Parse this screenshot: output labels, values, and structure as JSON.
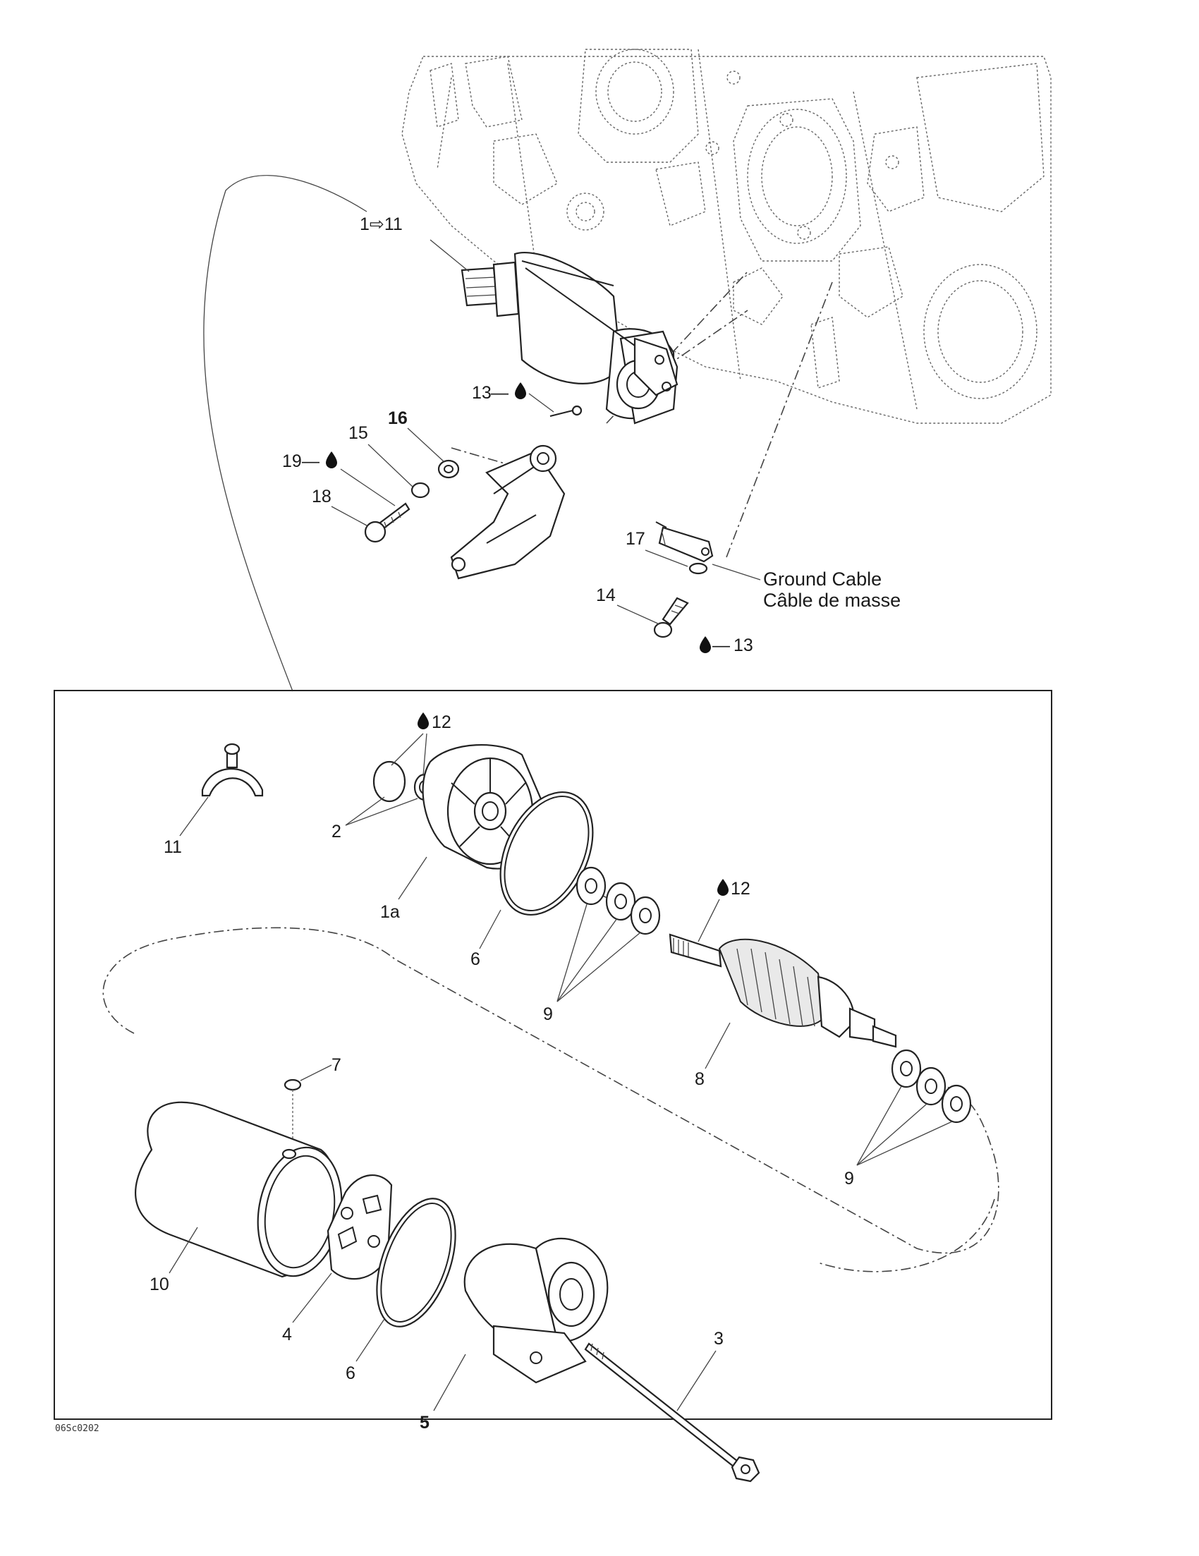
{
  "callouts": {
    "c_1_11": "1⇨11",
    "c_13_top": "13",
    "c_16": "16",
    "c_15": "15",
    "c_19": "19",
    "c_18": "18",
    "c_17": "17",
    "c_14": "14",
    "c_13_bottom": "13",
    "c_12_top": "12",
    "c_11": "11",
    "c_2": "2",
    "c_1a": "1a",
    "c_6_top": "6",
    "c_12_mid": "12",
    "c_9_top": "9",
    "c_8": "8",
    "c_7": "7",
    "c_9_bottom": "9",
    "c_10": "10",
    "c_4": "4",
    "c_6_bottom": "6",
    "c_5": "5",
    "c_3": "3"
  },
  "dash": "—",
  "ground_cable": {
    "en": "Ground Cable",
    "fr": "Câble de masse"
  },
  "image_code": "06Sc0202",
  "icons": {
    "lubricant": "lubricant-drop-icon"
  }
}
